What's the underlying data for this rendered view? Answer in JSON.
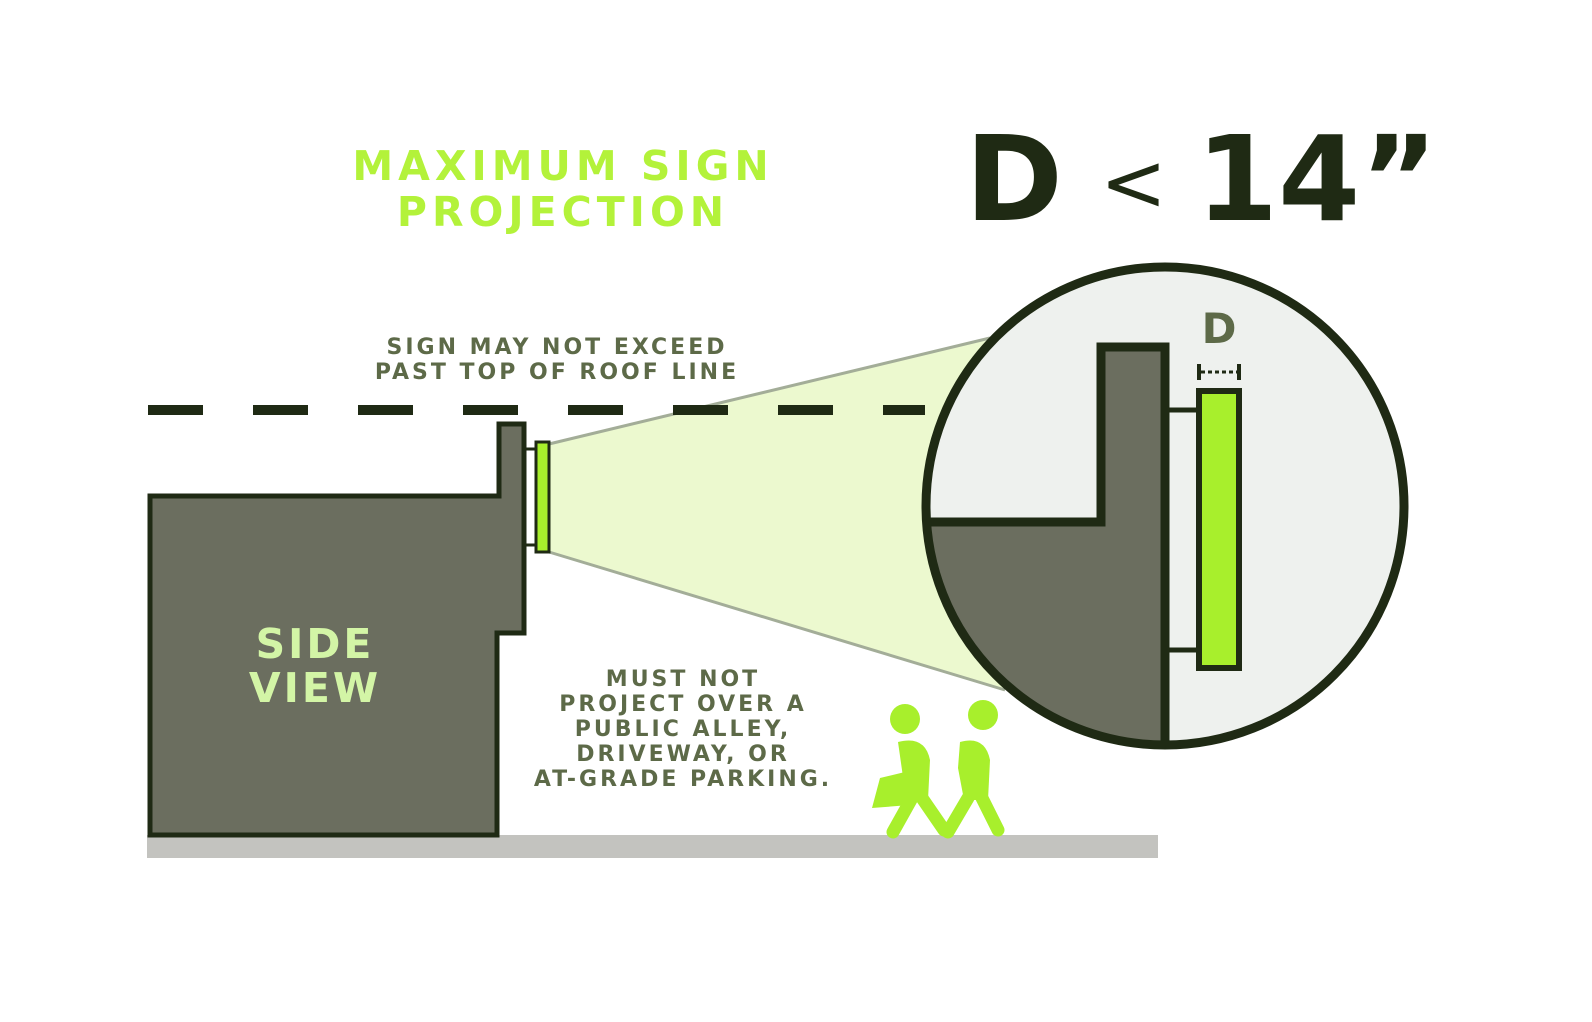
{
  "title": {
    "line1": "MAXIMUM SIGN",
    "line2": "PROJECTION"
  },
  "formula": {
    "variable": "D",
    "operator": "<",
    "value": "14”"
  },
  "roof_note": {
    "line1": "SIGN MAY NOT EXCEED",
    "line2": "PAST TOP OF ROOF LINE"
  },
  "building_label": {
    "line1": "SIDE",
    "line2": "VIEW"
  },
  "alley_note": {
    "line1": "MUST NOT",
    "line2": "PROJECT OVER A",
    "line3": "PUBLIC ALLEY,",
    "line4": "DRIVEWAY, OR",
    "line5": "AT-GRADE PARKING."
  },
  "detail_label": "D",
  "colors": {
    "accent_green": "#b3f23a",
    "sign_green": "#a8ef2c",
    "building_gray": "#6b6e5f",
    "outline_dark": "#1f2a14",
    "note_text": "#5d6a48",
    "light_beam": "#ecf9cf",
    "detail_background": "#eef1ee",
    "ground_gray": "#c3c3bf",
    "side_view_text": "#d3f5a6"
  },
  "icons": [
    "pedestrians-icon"
  ]
}
